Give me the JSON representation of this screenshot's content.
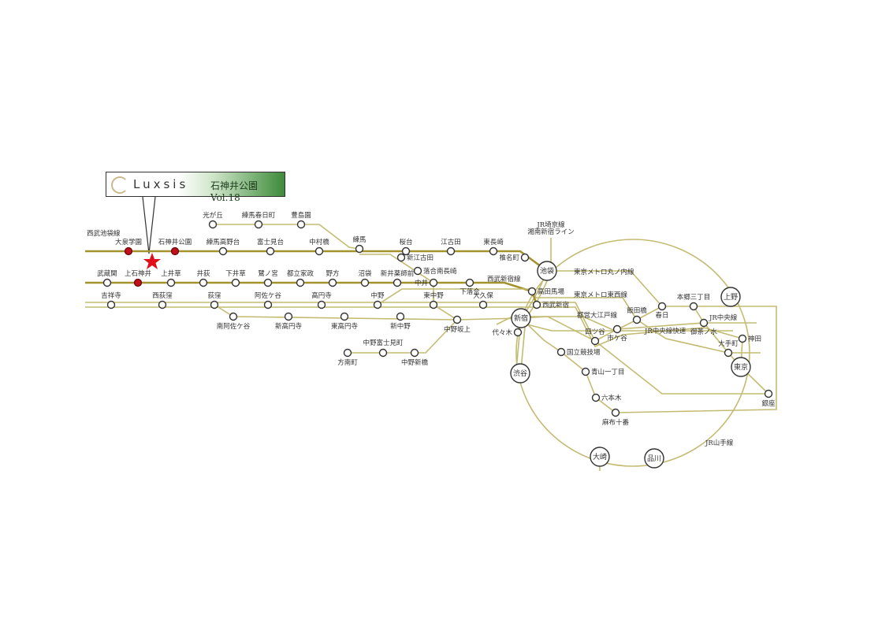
{
  "title": {
    "brand": "Luxsis",
    "property": "石神井公園 Vol.18"
  },
  "line_labels": {
    "seibu_ikebukuro": "西武池袋線",
    "saikyo": "JR埼京線",
    "shonan": "湘南新宿ライン",
    "marunouchi": "東京メトロ丸ノ内線",
    "tozai": "東京メトロ東西線",
    "seibu_shinjuku": "西武新宿線",
    "oedo": "都営大江戸線",
    "chuo": "JR中央線",
    "chuo_rapid": "JR中央線快速",
    "yamanote": "JR山手線"
  },
  "stations": {
    "oizumi": "大泉学園",
    "shakujii": "石神井公園",
    "takanodai": "練馬高野台",
    "fujimidai": "富士見台",
    "nakamurabashi": "中村橋",
    "nerima": "練馬",
    "sakuradai": "桜台",
    "ekoda": "江古田",
    "higashinagasaki": "東長崎",
    "shiinamachi": "椎名町",
    "hikarigaoka": "光が丘",
    "kasugacho": "練馬春日町",
    "toshimaen": "豊島園",
    "shinekoda": "新江古田",
    "ochiai": "落合南長崎",
    "musashiseki": "武蔵関",
    "kamishakujii": "上石神井",
    "kamiigusa": "上井草",
    "iogi": "井荻",
    "shimoigusa": "下井草",
    "saginomiya": "鷺ノ宮",
    "toritsukasei": "都立家政",
    "nogata": "野方",
    "numabukuro": "沼袋",
    "araiyakushi": "新井薬師前",
    "nakai": "中井",
    "shimoochiai": "下落合",
    "takadanobaba": "高田馬場",
    "seibushinjuku": "西武新宿",
    "kichijoji": "吉祥寺",
    "nishiogikubo": "西荻窪",
    "ogikubo": "荻窪",
    "asagaya": "阿佐ケ谷",
    "koenji": "高円寺",
    "nakano": "中野",
    "higashinakano": "東中野",
    "okubo": "大久保",
    "minamiasagaya": "南阿佐ケ谷",
    "shinkoenji": "新高円寺",
    "higashikoenji": "東高円寺",
    "shinnakano": "新中野",
    "nakanosakaue": "中野坂上",
    "nakanofujimicho": "中野富士見町",
    "honancho": "方南町",
    "nakanoshimbashi": "中野新橋",
    "ikebukuro": "池袋",
    "shinjuku": "新宿",
    "shibuya": "渋谷",
    "osaki": "大崎",
    "shinagawa": "品川",
    "tokyo": "東京",
    "ueno": "上野",
    "yoyogi": "代々木",
    "kokuritsu": "国立競技場",
    "aoyama": "青山一丁目",
    "roppongi": "六本木",
    "azabu": "麻布十番",
    "yotsuya": "四ツ谷",
    "ichigaya": "市ケ谷",
    "iidabashi": "飯田橋",
    "kasuga": "春日",
    "hongo": "本郷三丁目",
    "ochanomizu": "御茶ノ水",
    "kanda": "神田",
    "otemachi": "大手町",
    "ginza": "銀座"
  },
  "colors": {
    "line": "#c4bb72",
    "main_line": "#a4922c",
    "highlight": "#c0101a",
    "star": "#e0101a"
  }
}
